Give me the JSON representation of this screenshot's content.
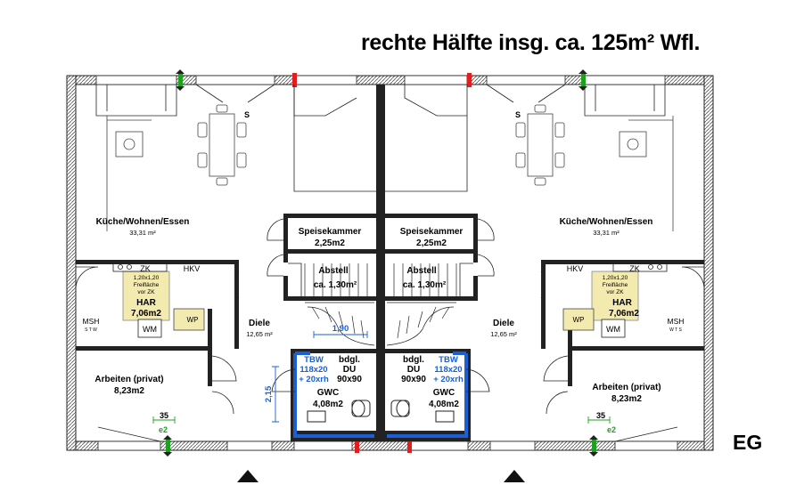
{
  "title": "rechte Hälfte insg. ca. 125m² Wfl.",
  "floor_label": "EG",
  "colors": {
    "wall": "#222222",
    "window_ok": "#1fa01f",
    "window_mark": "#e01e1e",
    "accent_blue": "#1a5fd6",
    "har_fill": "#f3eab0",
    "dimension_green": "#1fa01f"
  },
  "left": {
    "living": {
      "name": "Küche/Wohnen/Essen",
      "area": "33,31 m²"
    },
    "pantry": {
      "name": "Speisekammer",
      "area": "2,25m2"
    },
    "storage": {
      "name": "Abstell",
      "area": "ca. 1,30m²"
    },
    "hall": {
      "name": "Diele",
      "area": "12,65 m²"
    },
    "utility": {
      "name": "HAR",
      "area": "7,06m2",
      "note": "1,20x1,20 Freifläche vor ZK",
      "zk": "ZK",
      "hkv": "HKV",
      "wm": "WM",
      "wp": "WP"
    },
    "msh": {
      "name": "MSH",
      "st": "S T W"
    },
    "office": {
      "name": "Arbeiten (privat)",
      "area": "8,23m2"
    },
    "tbw": {
      "name": "TBW",
      "size": "118x20",
      "extra": "+ 20xrh"
    },
    "shower": {
      "name": "bdgl.",
      "type": "DU",
      "size": "90x90"
    },
    "wc": {
      "name": "GWC",
      "area": "4,08m2"
    },
    "dim_stair": "1,90",
    "dim_wc": "2,15",
    "dim_35": "35",
    "e2": "e2"
  },
  "right": {
    "living": {
      "name": "Küche/Wohnen/Essen",
      "area": "33,31 m²"
    },
    "pantry": {
      "name": "Speisekammer",
      "area": "2,25m2"
    },
    "storage": {
      "name": "Abstell",
      "area": "ca. 1,30m²"
    },
    "hall": {
      "name": "Diele",
      "area": "12,65 m²"
    },
    "utility": {
      "name": "HAR",
      "area": "7,06m2",
      "note": "1,20x1,20 Freifläche vor ZK",
      "zk": "ZK",
      "hkv": "HKV",
      "wm": "WM",
      "wp": "WP"
    },
    "msh": {
      "name": "MSH",
      "st": "W T S"
    },
    "office": {
      "name": "Arbeiten (privat)",
      "area": "8,23m2"
    },
    "tbw": {
      "name": "TBW",
      "size": "118x20",
      "extra": "+ 20xrh"
    },
    "shower": {
      "name": "bdgl.",
      "type": "DU",
      "size": "90x90"
    },
    "wc": {
      "name": "GWC",
      "area": "4,08m2"
    },
    "dim_35": "35",
    "e2": "e2"
  }
}
